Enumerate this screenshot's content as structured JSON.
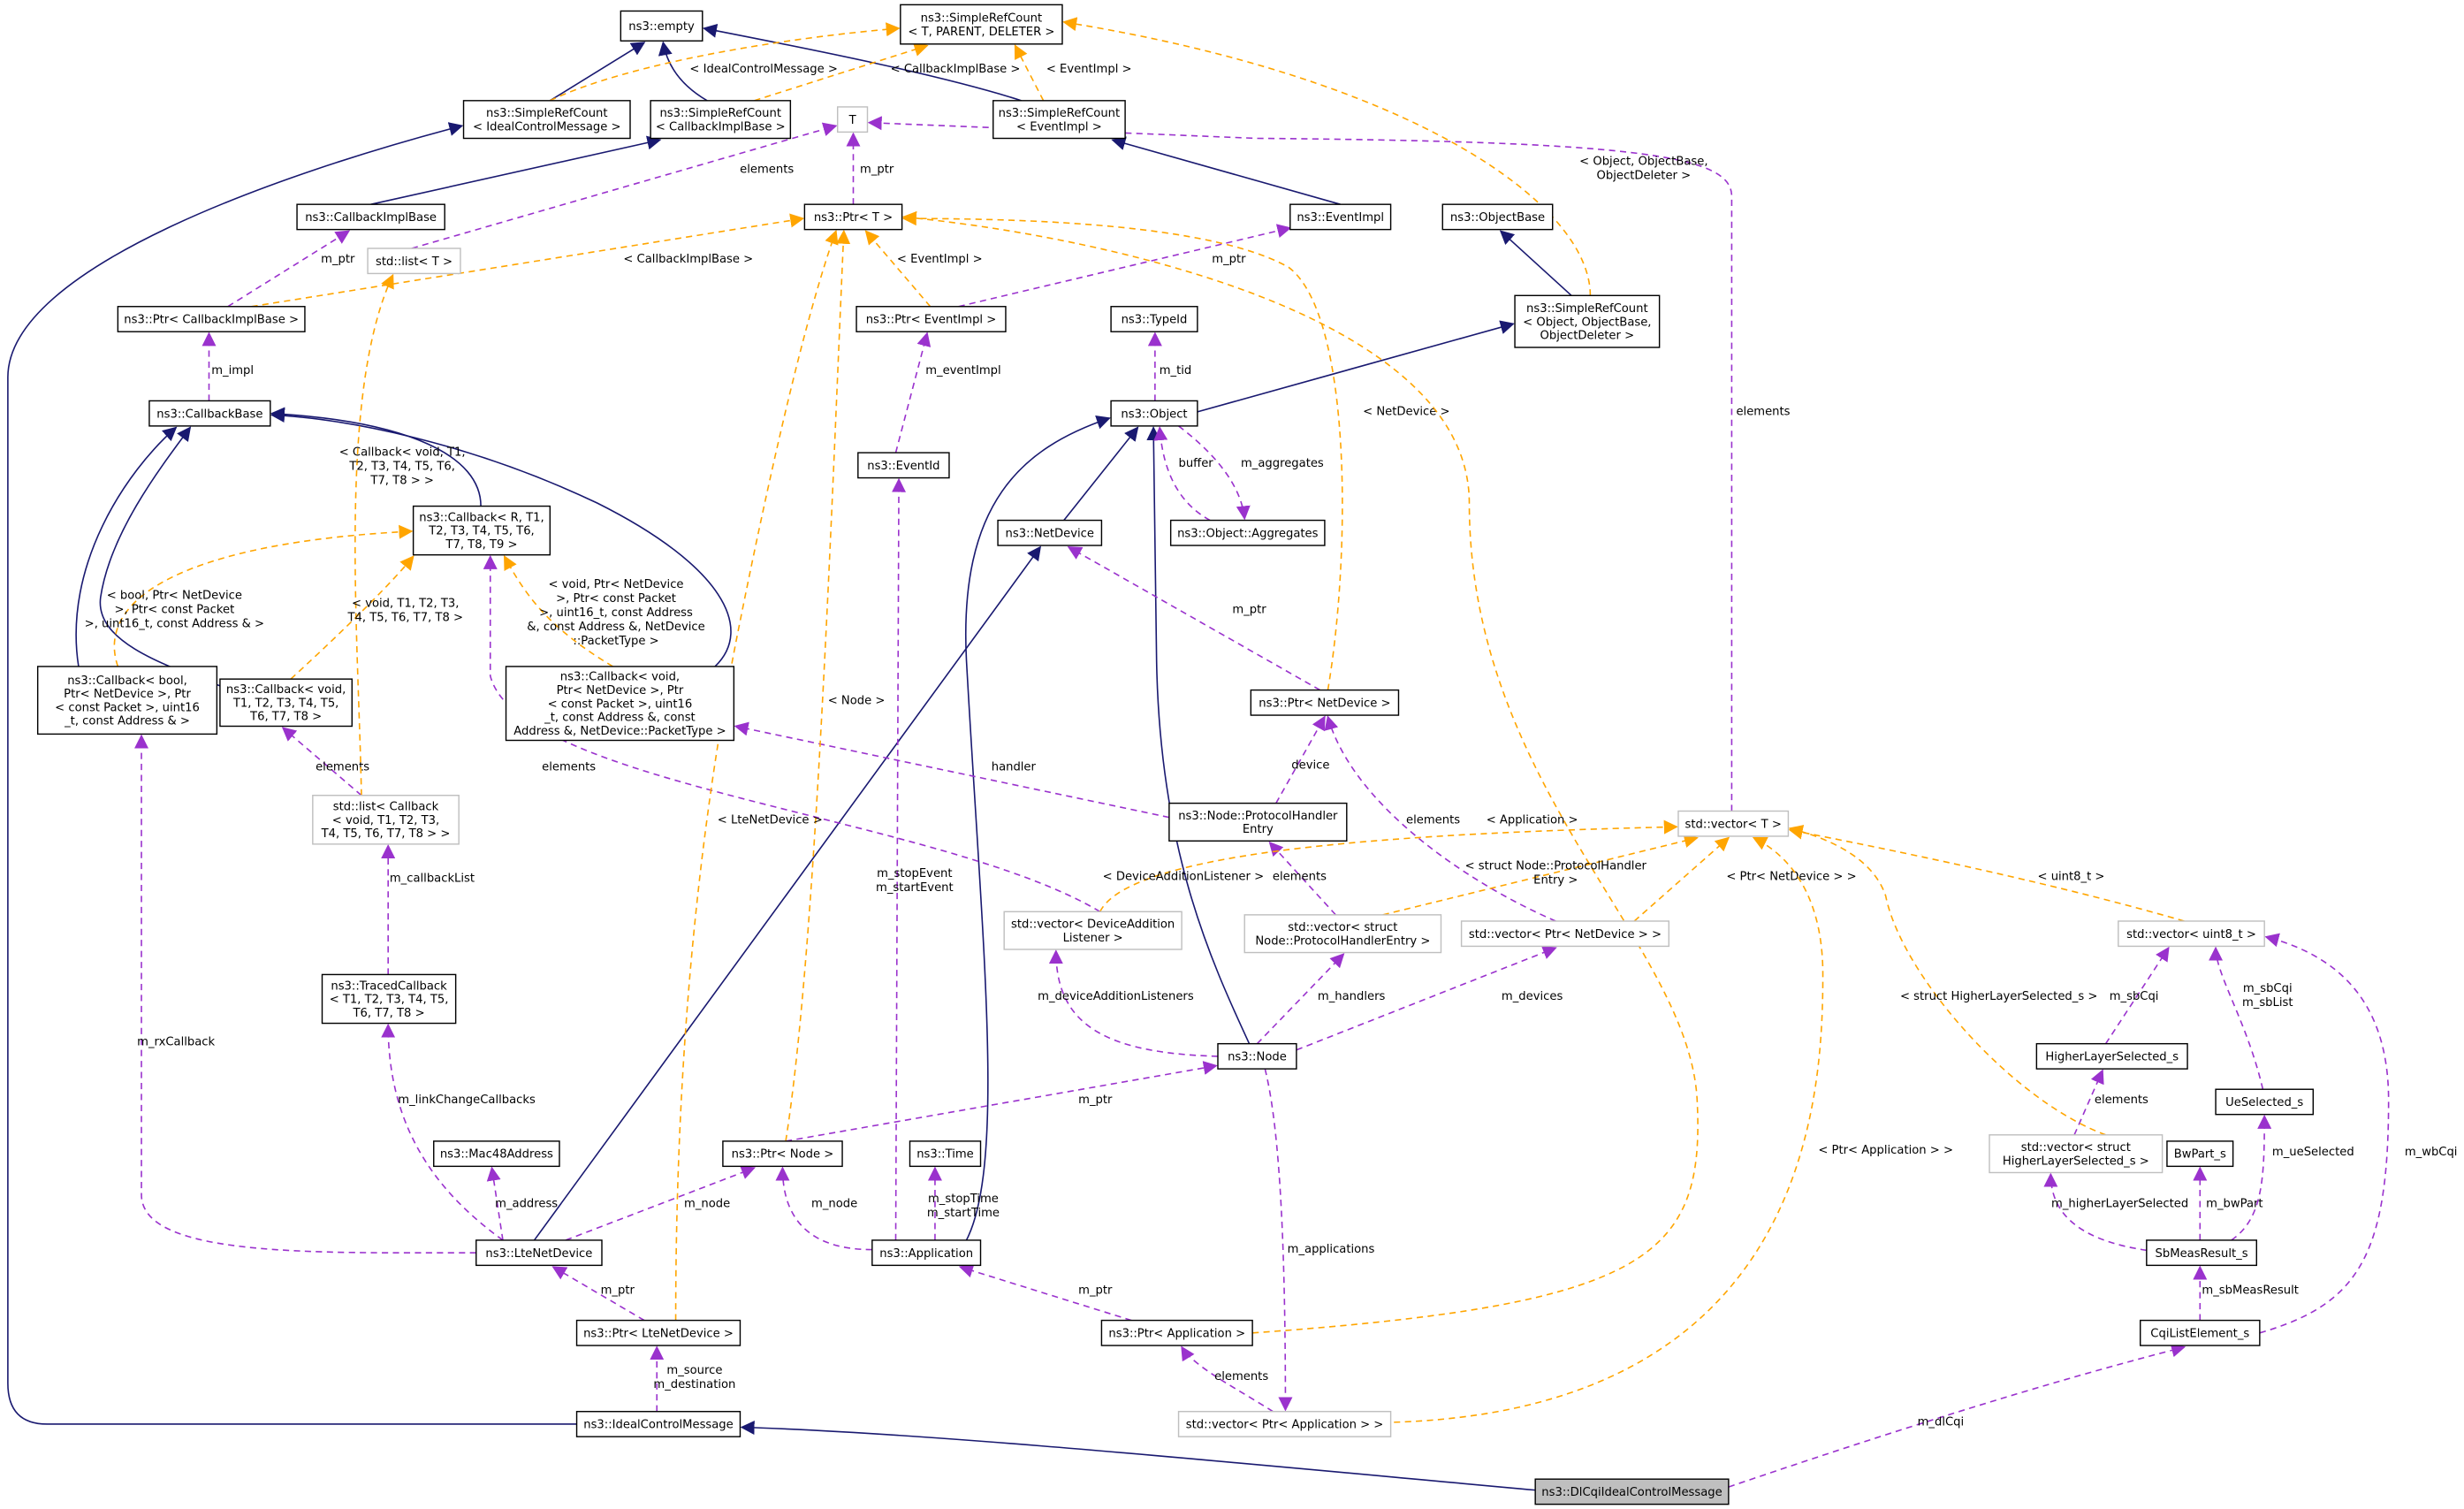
{
  "title": "ns3::DlCqiIdealControlMessage collaboration diagram",
  "colors": {
    "inherit": "#191970",
    "usage": "#9a32cd",
    "template": "#ffa500",
    "focus_fill": "#bfbfbf",
    "template_border": "#bfbfbf"
  },
  "nodes": [
    {
      "id": "empty",
      "lines": [
        "ns3::empty"
      ],
      "style": "normal"
    },
    {
      "id": "src_tpd",
      "lines": [
        "ns3::SimpleRefCount",
        "< T, PARENT, DELETER >"
      ],
      "style": "normal"
    },
    {
      "id": "src_icm",
      "lines": [
        "ns3::SimpleRefCount",
        "< IdealControlMessage >"
      ],
      "style": "normal"
    },
    {
      "id": "src_cib",
      "lines": [
        "ns3::SimpleRefCount",
        "< CallbackImplBase >"
      ],
      "style": "normal"
    },
    {
      "id": "T",
      "lines": [
        "T"
      ],
      "style": "gray"
    },
    {
      "id": "src_ei",
      "lines": [
        "ns3::SimpleRefCount",
        "< EventImpl >"
      ],
      "style": "normal"
    },
    {
      "id": "cib",
      "lines": [
        "ns3::CallbackImplBase"
      ],
      "style": "normal"
    },
    {
      "id": "list_t",
      "lines": [
        "std::list< T >"
      ],
      "style": "gray"
    },
    {
      "id": "ptr_t",
      "lines": [
        "ns3::Ptr< T >"
      ],
      "style": "normal"
    },
    {
      "id": "eventimpl",
      "lines": [
        "ns3::EventImpl"
      ],
      "style": "normal"
    },
    {
      "id": "objectbase",
      "lines": [
        "ns3::ObjectBase"
      ],
      "style": "normal"
    },
    {
      "id": "ptr_cib",
      "lines": [
        "ns3::Ptr< CallbackImplBase >"
      ],
      "style": "normal"
    },
    {
      "id": "ptr_ei",
      "lines": [
        "ns3::Ptr< EventImpl >"
      ],
      "style": "normal"
    },
    {
      "id": "typeid",
      "lines": [
        "ns3::TypeId"
      ],
      "style": "normal"
    },
    {
      "id": "src_obj",
      "lines": [
        "ns3::SimpleRefCount",
        "< Object, ObjectBase,",
        "ObjectDeleter >"
      ],
      "style": "normal"
    },
    {
      "id": "callbackbase",
      "lines": [
        "ns3::CallbackBase"
      ],
      "style": "normal"
    },
    {
      "id": "object",
      "lines": [
        "ns3::Object"
      ],
      "style": "normal"
    },
    {
      "id": "eventid",
      "lines": [
        "ns3::EventId"
      ],
      "style": "normal"
    },
    {
      "id": "cb_r",
      "lines": [
        "ns3::Callback< R, T1,",
        "T2, T3, T4, T5, T6,",
        "T7, T8, T9 >"
      ],
      "style": "normal"
    },
    {
      "id": "netdevice",
      "lines": [
        "ns3::NetDevice"
      ],
      "style": "normal"
    },
    {
      "id": "aggregates",
      "lines": [
        "ns3::Object::Aggregates"
      ],
      "style": "normal"
    },
    {
      "id": "cb_bool",
      "lines": [
        "ns3::Callback< bool,",
        "Ptr< NetDevice >, Ptr",
        "< const Packet >, uint16",
        "_t, const Address & >"
      ],
      "style": "normal"
    },
    {
      "id": "cb_void",
      "lines": [
        "ns3::Callback< void,",
        "T1, T2, T3, T4, T5,",
        "T6, T7, T8 >"
      ],
      "style": "normal"
    },
    {
      "id": "cb_void_nd",
      "lines": [
        "ns3::Callback< void,",
        "Ptr< NetDevice >, Ptr",
        "< const Packet >, uint16",
        "_t, const Address &, const",
        "Address &, NetDevice::PacketType >"
      ],
      "style": "normal"
    },
    {
      "id": "ptr_nd",
      "lines": [
        "ns3::Ptr< NetDevice >"
      ],
      "style": "normal"
    },
    {
      "id": "list_cb",
      "lines": [
        "std::list< Callback",
        "< void, T1, T2, T3,",
        "T4, T5, T6, T7, T8 > >"
      ],
      "style": "gray"
    },
    {
      "id": "phe",
      "lines": [
        "ns3::Node::ProtocolHandler",
        "Entry"
      ],
      "style": "normal"
    },
    {
      "id": "vec_t",
      "lines": [
        "std::vector< T >"
      ],
      "style": "gray"
    },
    {
      "id": "vec_dal",
      "lines": [
        "std::vector< DeviceAddition",
        "Listener >"
      ],
      "style": "gray"
    },
    {
      "id": "vec_phe",
      "lines": [
        "std::vector< struct",
        "Node::ProtocolHandlerEntry >"
      ],
      "style": "gray"
    },
    {
      "id": "vec_pnd",
      "lines": [
        "std::vector< Ptr< NetDevice > >"
      ],
      "style": "gray"
    },
    {
      "id": "vec_u8",
      "lines": [
        "std::vector< uint8_t >"
      ],
      "style": "gray"
    },
    {
      "id": "traced",
      "lines": [
        "ns3::TracedCallback",
        "< T1, T2, T3, T4, T5,",
        "T6, T7, T8 >"
      ],
      "style": "normal"
    },
    {
      "id": "node",
      "lines": [
        "ns3::Node"
      ],
      "style": "normal"
    },
    {
      "id": "hls",
      "lines": [
        "HigherLayerSelected_s"
      ],
      "style": "normal"
    },
    {
      "id": "ues",
      "lines": [
        "UeSelected_s"
      ],
      "style": "normal"
    },
    {
      "id": "vec_hls",
      "lines": [
        "std::vector< struct",
        "HigherLayerSelected_s >"
      ],
      "style": "gray"
    },
    {
      "id": "mac48",
      "lines": [
        "ns3::Mac48Address"
      ],
      "style": "normal"
    },
    {
      "id": "ptr_node",
      "lines": [
        "ns3::Ptr< Node >"
      ],
      "style": "normal"
    },
    {
      "id": "time",
      "lines": [
        "ns3::Time"
      ],
      "style": "normal"
    },
    {
      "id": "bwpart",
      "lines": [
        "BwPart_s"
      ],
      "style": "normal"
    },
    {
      "id": "lte",
      "lines": [
        "ns3::LteNetDevice"
      ],
      "style": "normal"
    },
    {
      "id": "app",
      "lines": [
        "ns3::Application"
      ],
      "style": "normal"
    },
    {
      "id": "sbmeas",
      "lines": [
        "SbMeasResult_s"
      ],
      "style": "normal"
    },
    {
      "id": "ptr_lte",
      "lines": [
        "ns3::Ptr< LteNetDevice >"
      ],
      "style": "normal"
    },
    {
      "id": "ptr_app",
      "lines": [
        "ns3::Ptr< Application >"
      ],
      "style": "normal"
    },
    {
      "id": "cqi",
      "lines": [
        "CqiListElement_s"
      ],
      "style": "normal"
    },
    {
      "id": "icm",
      "lines": [
        "ns3::IdealControlMessage"
      ],
      "style": "normal"
    },
    {
      "id": "vec_papp",
      "lines": [
        "std::vector< Ptr< Application > >"
      ],
      "style": "gray"
    },
    {
      "id": "dlcqi",
      "lines": [
        "ns3::DlCqiIdealControlMessage"
      ],
      "style": "focus"
    }
  ],
  "edges": [
    {
      "from": "src_icm",
      "to": "empty",
      "type": "inherit",
      "label": []
    },
    {
      "from": "src_cib",
      "to": "empty",
      "type": "inherit",
      "label": []
    },
    {
      "from": "src_ei",
      "to": "empty",
      "type": "inherit",
      "label": []
    },
    {
      "from": "icm",
      "to": "src_icm",
      "type": "inherit",
      "label": []
    },
    {
      "from": "cib",
      "to": "src_cib",
      "type": "inherit",
      "label": []
    },
    {
      "from": "eventimpl",
      "to": "src_ei",
      "type": "inherit",
      "label": []
    },
    {
      "from": "src_obj",
      "to": "objectbase",
      "type": "inherit",
      "label": []
    },
    {
      "from": "object",
      "to": "src_obj",
      "type": "inherit",
      "label": []
    },
    {
      "from": "netdevice",
      "to": "object",
      "type": "inherit",
      "label": []
    },
    {
      "from": "node",
      "to": "object",
      "type": "inherit",
      "label": []
    },
    {
      "from": "app",
      "to": "object",
      "type": "inherit",
      "label": []
    },
    {
      "from": "lte",
      "to": "netdevice",
      "type": "inherit",
      "label": []
    },
    {
      "from": "cb_r",
      "to": "callbackbase",
      "type": "inherit",
      "label": []
    },
    {
      "from": "cb_void_nd",
      "to": "callbackbase",
      "type": "inherit",
      "label": []
    },
    {
      "from": "cb_bool",
      "to": "callbackbase",
      "type": "inherit",
      "label": []
    },
    {
      "from": "cb_void",
      "to": "callbackbase",
      "type": "inherit",
      "label": []
    },
    {
      "from": "dlcqi",
      "to": "icm",
      "type": "inherit",
      "label": []
    },
    {
      "from": "ptr_t",
      "to": "T",
      "type": "usage",
      "label": [
        "m_ptr"
      ]
    },
    {
      "from": "list_t",
      "to": "T",
      "type": "usage",
      "label": [
        "elements"
      ]
    },
    {
      "from": "vec_t",
      "to": "T",
      "type": "usage",
      "label": [
        "elements"
      ]
    },
    {
      "from": "ptr_cib",
      "to": "cib",
      "type": "usage",
      "label": [
        "m_ptr"
      ]
    },
    {
      "from": "ptr_ei",
      "to": "eventimpl",
      "type": "usage",
      "label": [
        "m_ptr"
      ]
    },
    {
      "from": "callbackbase",
      "to": "ptr_cib",
      "type": "usage",
      "label": [
        "m_impl"
      ]
    },
    {
      "from": "eventid",
      "to": "ptr_ei",
      "type": "usage",
      "label": [
        "m_eventImpl"
      ]
    },
    {
      "from": "object",
      "to": "typeid",
      "type": "usage",
      "label": [
        "m_tid"
      ]
    },
    {
      "from": "aggregates",
      "to": "object",
      "type": "usage",
      "label": [
        "buffer"
      ]
    },
    {
      "from": "object",
      "to": "aggregates",
      "type": "usage",
      "label": [
        "m_aggregates"
      ]
    },
    {
      "from": "ptr_nd",
      "to": "netdevice",
      "type": "usage",
      "label": [
        "m_ptr"
      ]
    },
    {
      "from": "phe",
      "to": "ptr_nd",
      "type": "usage",
      "label": [
        "device"
      ]
    },
    {
      "from": "phe",
      "to": "cb_void_nd",
      "type": "usage",
      "label": [
        "handler"
      ]
    },
    {
      "from": "vec_dal",
      "to": "cb_r",
      "type": "usage",
      "label": [
        "elements"
      ]
    },
    {
      "from": "list_cb",
      "to": "cb_void",
      "type": "usage",
      "label": [
        "elements"
      ]
    },
    {
      "from": "traced",
      "to": "list_cb",
      "type": "usage",
      "label": [
        "m_callbackList"
      ]
    },
    {
      "from": "lte",
      "to": "traced",
      "type": "usage",
      "label": [
        "m_linkChangeCallbacks"
      ]
    },
    {
      "from": "lte",
      "to": "cb_bool",
      "type": "usage",
      "label": [
        "m_rxCallback"
      ]
    },
    {
      "from": "lte",
      "to": "mac48",
      "type": "usage",
      "label": [
        "m_address"
      ]
    },
    {
      "from": "lte",
      "to": "ptr_node",
      "type": "usage",
      "label": [
        "m_node"
      ]
    },
    {
      "from": "app",
      "to": "ptr_node",
      "type": "usage",
      "label": [
        "m_node"
      ]
    },
    {
      "from": "app",
      "to": "time",
      "type": "usage",
      "label": [
        "m_stopTime",
        "m_startTime"
      ]
    },
    {
      "from": "app",
      "to": "eventid",
      "type": "usage",
      "label": [
        "m_stopEvent",
        "m_startEvent"
      ]
    },
    {
      "from": "ptr_node",
      "to": "node",
      "type": "usage",
      "label": [
        "m_ptr"
      ]
    },
    {
      "from": "node",
      "to": "vec_dal",
      "type": "usage",
      "label": [
        "m_deviceAdditionListeners"
      ]
    },
    {
      "from": "node",
      "to": "vec_phe",
      "type": "usage",
      "label": [
        "m_handlers"
      ]
    },
    {
      "from": "node",
      "to": "vec_pnd",
      "type": "usage",
      "label": [
        "m_devices"
      ]
    },
    {
      "from": "vec_pnd",
      "to": "ptr_nd",
      "type": "usage",
      "label": [
        "elements"
      ]
    },
    {
      "from": "vec_phe",
      "to": "phe",
      "type": "usage",
      "label": [
        "elements"
      ]
    },
    {
      "from": "node",
      "to": "vec_papp",
      "type": "usage",
      "label": [
        "m_applications"
      ]
    },
    {
      "from": "vec_papp",
      "to": "ptr_app",
      "type": "usage",
      "label": [
        "elements"
      ]
    },
    {
      "from": "ptr_app",
      "to": "app",
      "type": "usage",
      "label": [
        "m_ptr"
      ]
    },
    {
      "from": "ptr_lte",
      "to": "lte",
      "type": "usage",
      "label": [
        "m_ptr"
      ]
    },
    {
      "from": "icm",
      "to": "ptr_lte",
      "type": "usage",
      "label": [
        "m_source",
        "m_destination"
      ]
    },
    {
      "from": "dlcqi",
      "to": "cqi",
      "type": "usage",
      "label": [
        "m_dlCqi"
      ]
    },
    {
      "from": "cqi",
      "to": "sbmeas",
      "type": "usage",
      "label": [
        "m_sbMeasResult"
      ]
    },
    {
      "from": "cqi",
      "to": "vec_u8",
      "type": "usage",
      "label": [
        "m_wbCqi"
      ]
    },
    {
      "from": "sbmeas",
      "to": "bwpart",
      "type": "usage",
      "label": [
        "m_bwPart"
      ]
    },
    {
      "from": "sbmeas",
      "to": "ues",
      "type": "usage",
      "label": [
        "m_ueSelected"
      ]
    },
    {
      "from": "sbmeas",
      "to": "vec_hls",
      "type": "usage",
      "label": [
        "m_higherLayerSelected"
      ]
    },
    {
      "from": "vec_hls",
      "to": "hls",
      "type": "usage",
      "label": [
        "elements"
      ]
    },
    {
      "from": "hls",
      "to": "vec_u8",
      "type": "usage",
      "label": [
        "m_sbCqi"
      ]
    },
    {
      "from": "ues",
      "to": "vec_u8",
      "type": "usage",
      "label": [
        "m_sbCqi",
        "m_sbList"
      ]
    },
    {
      "from": "src_icm",
      "to": "src_tpd",
      "type": "template",
      "label": [
        "< IdealControlMessage >"
      ]
    },
    {
      "from": "src_cib",
      "to": "src_tpd",
      "type": "template",
      "label": [
        "< CallbackImplBase >"
      ]
    },
    {
      "from": "src_ei",
      "to": "src_tpd",
      "type": "template",
      "label": [
        "< EventImpl >"
      ]
    },
    {
      "from": "src_obj",
      "to": "src_tpd",
      "type": "template",
      "label": [
        "< Object, ObjectBase,",
        "ObjectDeleter >"
      ]
    },
    {
      "from": "ptr_cib",
      "to": "ptr_t",
      "type": "template",
      "label": [
        "< CallbackImplBase >"
      ]
    },
    {
      "from": "ptr_ei",
      "to": "ptr_t",
      "type": "template",
      "label": [
        "< EventImpl >"
      ]
    },
    {
      "from": "ptr_nd",
      "to": "ptr_t",
      "type": "template",
      "label": [
        "< NetDevice >"
      ]
    },
    {
      "from": "ptr_app",
      "to": "ptr_t",
      "type": "template",
      "label": [
        "< Application >"
      ]
    },
    {
      "from": "ptr_node",
      "to": "ptr_t",
      "type": "template",
      "label": [
        "< Node >"
      ]
    },
    {
      "from": "ptr_lte",
      "to": "ptr_t",
      "type": "template",
      "label": [
        "< LteNetDevice >"
      ]
    },
    {
      "from": "list_cb",
      "to": "list_t",
      "type": "template",
      "label": [
        "< Callback< void, T1,",
        "T2, T3, T4, T5, T6,",
        "T7, T8 > >"
      ]
    },
    {
      "from": "cb_bool",
      "to": "cb_r",
      "type": "template",
      "label": [
        "< bool, Ptr< NetDevice",
        ">, Ptr< const Packet",
        ">, uint16_t, const Address & >"
      ]
    },
    {
      "from": "cb_void",
      "to": "cb_r",
      "type": "template",
      "label": [
        "< void, T1, T2, T3,",
        "T4, T5, T6, T7, T8 >"
      ]
    },
    {
      "from": "cb_void_nd",
      "to": "cb_r",
      "type": "template",
      "label": [
        "< void, Ptr< NetDevice",
        ">, Ptr< const Packet",
        ">, uint16_t, const Address",
        "&, const Address &, NetDevice",
        "::PacketType >"
      ]
    },
    {
      "from": "vec_dal",
      "to": "vec_t",
      "type": "template",
      "label": [
        "< DeviceAdditionListener >"
      ]
    },
    {
      "from": "vec_phe",
      "to": "vec_t",
      "type": "template",
      "label": [
        "< struct Node::ProtocolHandler",
        "Entry >"
      ]
    },
    {
      "from": "vec_pnd",
      "to": "vec_t",
      "type": "template",
      "label": [
        "< Ptr< NetDevice > >"
      ]
    },
    {
      "from": "vec_u8",
      "to": "vec_t",
      "type": "template",
      "label": [
        "< uint8_t >"
      ]
    },
    {
      "from": "vec_hls",
      "to": "vec_t",
      "type": "template",
      "label": [
        "< struct HigherLayerSelected_s >"
      ]
    },
    {
      "from": "vec_papp",
      "to": "vec_t",
      "type": "template",
      "label": [
        "< Ptr< Application > >"
      ]
    }
  ]
}
